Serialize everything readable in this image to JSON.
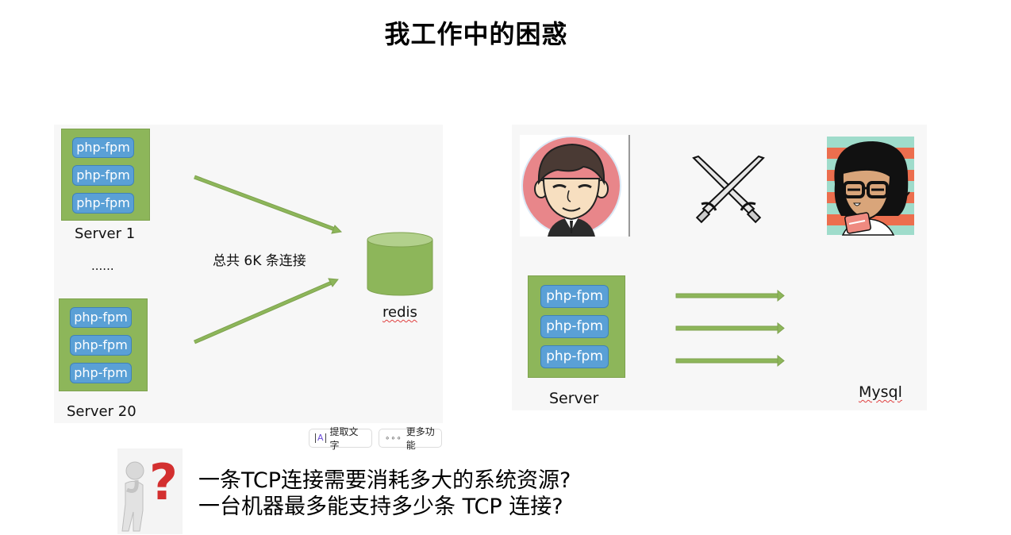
{
  "slide": {
    "title": "我工作中的困惑"
  },
  "left_diagram": {
    "servers": [
      {
        "name": "Server 1",
        "processes": [
          "php-fpm",
          "php-fpm",
          "php-fpm"
        ]
      },
      {
        "name": "Server 20",
        "processes": [
          "php-fpm",
          "php-fpm",
          "php-fpm"
        ]
      }
    ],
    "ellipsis": "......",
    "connection_label": "总共 6K 条连接",
    "target_label": "redis"
  },
  "right_diagram": {
    "server": {
      "name": "Server",
      "processes": [
        "php-fpm",
        "php-fpm",
        "php-fpm"
      ]
    },
    "target_label": "Mysql",
    "arrow_count": 3,
    "icons": [
      "male-avatar",
      "crossed-swords",
      "female-avatar"
    ]
  },
  "toolbar": {
    "extract_text_label": "提取文字",
    "more_features_label": "更多功能"
  },
  "questions": [
    "一条TCP连接需要消耗多大的系统资源?",
    "一台机器最多能支持多少条 TCP 连接?"
  ],
  "colors": {
    "server_green": "#8db65a",
    "process_blue": "#5aa0d6",
    "arrow_green": "#8db65a",
    "question_red": "#d32f2f"
  }
}
